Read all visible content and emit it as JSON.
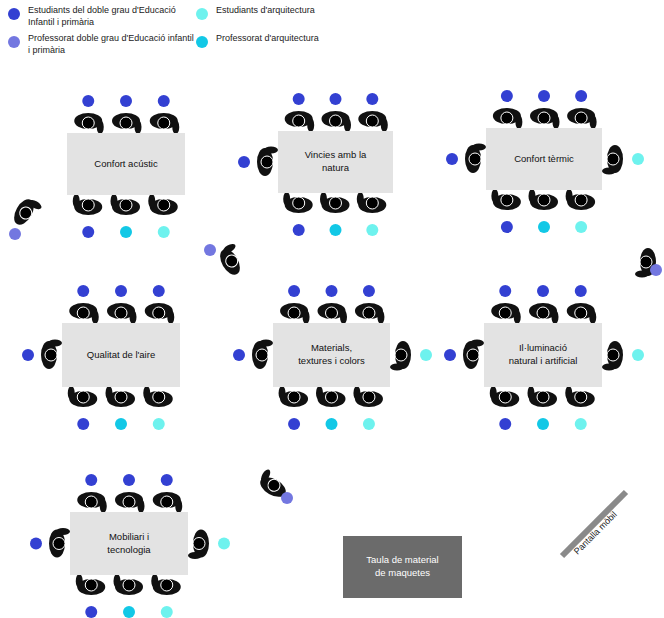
{
  "diagram": {
    "nodes": [
      {
        "text": [
          "Confort acústic"
        ]
      },
      {
        "text": [
          "Vincies amb la natura"
        ]
      },
      {
        "text": [
          "Confort tèrmic"
        ]
      },
      {
        "text": [
          "Qualitat de l'aire"
        ]
      },
      {
        "text": [
          "Materials, textures i colors"
        ]
      },
      {
        "text": [
          "Il·luminació natural i artificial"
        ]
      },
      {
        "text": [
          "Mobiliari i tecnologia"
        ]
      },
      {
        "text": [
          "Taula de material de maquetes"
        ]
      }
    ],
    "labels": [
      "Pantalla mòbil"
    ],
    "legend": [
      {
        "text": "Estudiants del doble grau d'Educació Infantil i primària",
        "color": "#3340d2"
      },
      {
        "text": "Professorat doble grau d'Educació infantil i primària",
        "color": "#7377e0"
      },
      {
        "text": "Estudiants d'arquitectura",
        "color": "#6ef2ee"
      },
      {
        "text": "Professorat d'arquitectura",
        "color": "#12c8e6"
      }
    ]
  }
}
